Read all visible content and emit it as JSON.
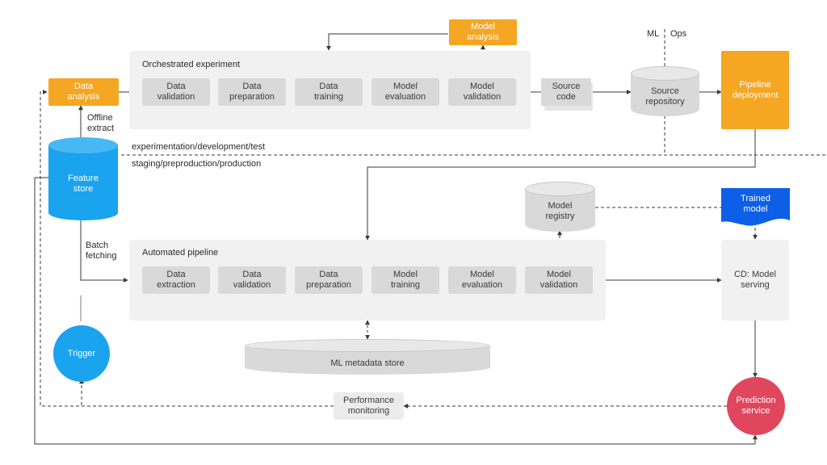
{
  "zones": {
    "top_label": "experimentation/development/test",
    "bottom_label": "staging/preproduction/production",
    "ml_label": "ML",
    "ops_label": "Ops"
  },
  "orchestrated": {
    "title": "Orchestrated experiment",
    "steps": [
      [
        "Data",
        "validation"
      ],
      [
        "Data",
        "preparation"
      ],
      [
        "Data",
        "training"
      ],
      [
        "Model",
        "evaluation"
      ],
      [
        "Model",
        "validation"
      ]
    ]
  },
  "automated": {
    "title": "Automated pipeline",
    "steps": [
      [
        "Data",
        "extraction"
      ],
      [
        "Data",
        "validation"
      ],
      [
        "Data",
        "preparation"
      ],
      [
        "Model",
        "training"
      ],
      [
        "Model",
        "evaluation"
      ],
      [
        "Model",
        "validation"
      ]
    ]
  },
  "nodes": {
    "data_analysis": [
      "Data",
      "analysis"
    ],
    "model_analysis": [
      "Model",
      "analysis"
    ],
    "source_code": [
      "Source",
      "code"
    ],
    "source_repository": [
      "Source",
      "repository"
    ],
    "pipeline_deployment": [
      "Pipeline",
      "deployment"
    ],
    "feature_store": [
      "Feature",
      "store"
    ],
    "model_registry": [
      "Model",
      "registry"
    ],
    "trained_model": [
      "Trained",
      "model"
    ],
    "cd_model_serving": [
      "CD: Model",
      "serving"
    ],
    "ml_metadata_store": "ML metadata store",
    "trigger": "Trigger",
    "performance_monitoring": [
      "Performance",
      "monitoring"
    ],
    "prediction_service": [
      "Prediction",
      "service"
    ]
  },
  "edge_labels": {
    "offline_extract": [
      "Offline",
      "extract"
    ],
    "batch_fetching": [
      "Batch",
      "fetching"
    ]
  },
  "colors": {
    "orange": "#f5a623",
    "blue": "#1aa3ee",
    "red": "#e0475e",
    "dark_blue": "#0d5fe8",
    "step_gray": "#d9d9d9",
    "panel_gray": "#f1f1f1",
    "line": "#3a3a3a"
  }
}
